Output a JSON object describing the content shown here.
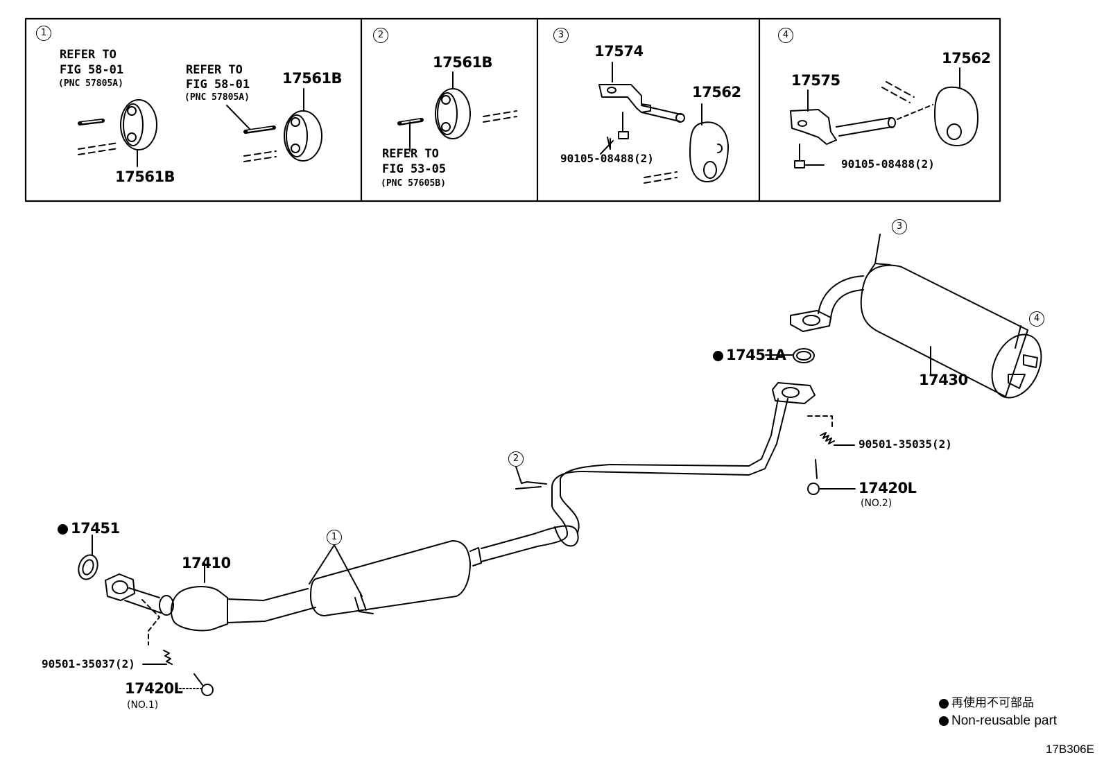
{
  "panels": [
    {
      "callout": "1",
      "refer_a": {
        "line1": "REFER TO",
        "line2": "FIG 58-01",
        "line3": "(PNC 57805A)"
      },
      "refer_b": {
        "line1": "REFER TO",
        "line2": "FIG 58-01",
        "line3": "(PNC 57805A)"
      },
      "part_top": "17561B",
      "part_bottom": "17561B"
    },
    {
      "callout": "2",
      "part": "17561B",
      "refer": {
        "line1": "REFER TO",
        "line2": "FIG 53-05",
        "line3": "(PNC 57605B)"
      }
    },
    {
      "callout": "3",
      "bracket": "17574",
      "hanger": "17562",
      "bolt": "90105-08488(2)"
    },
    {
      "callout": "4",
      "bracket": "17575",
      "hanger": "17562",
      "bolt": "90105-08488(2)"
    }
  ],
  "main": {
    "callouts": [
      "3",
      "4",
      "2",
      "1"
    ],
    "parts": {
      "gasket_rear": "17451A",
      "tail_pipe": "17430",
      "spring_rear": "90501-35035(2)",
      "bolt_rear": "17420L",
      "bolt_rear_note": "(NO.2)",
      "gasket_front": "17451",
      "front_pipe": "17410",
      "spring_front": "90501-35037(2)",
      "bolt_front": "17420L",
      "bolt_front_note": "(NO.1)"
    }
  },
  "legend": {
    "line_jp": "再使用不可部品",
    "line_en": "Non-reusable part"
  },
  "figure_code": "17B306E"
}
